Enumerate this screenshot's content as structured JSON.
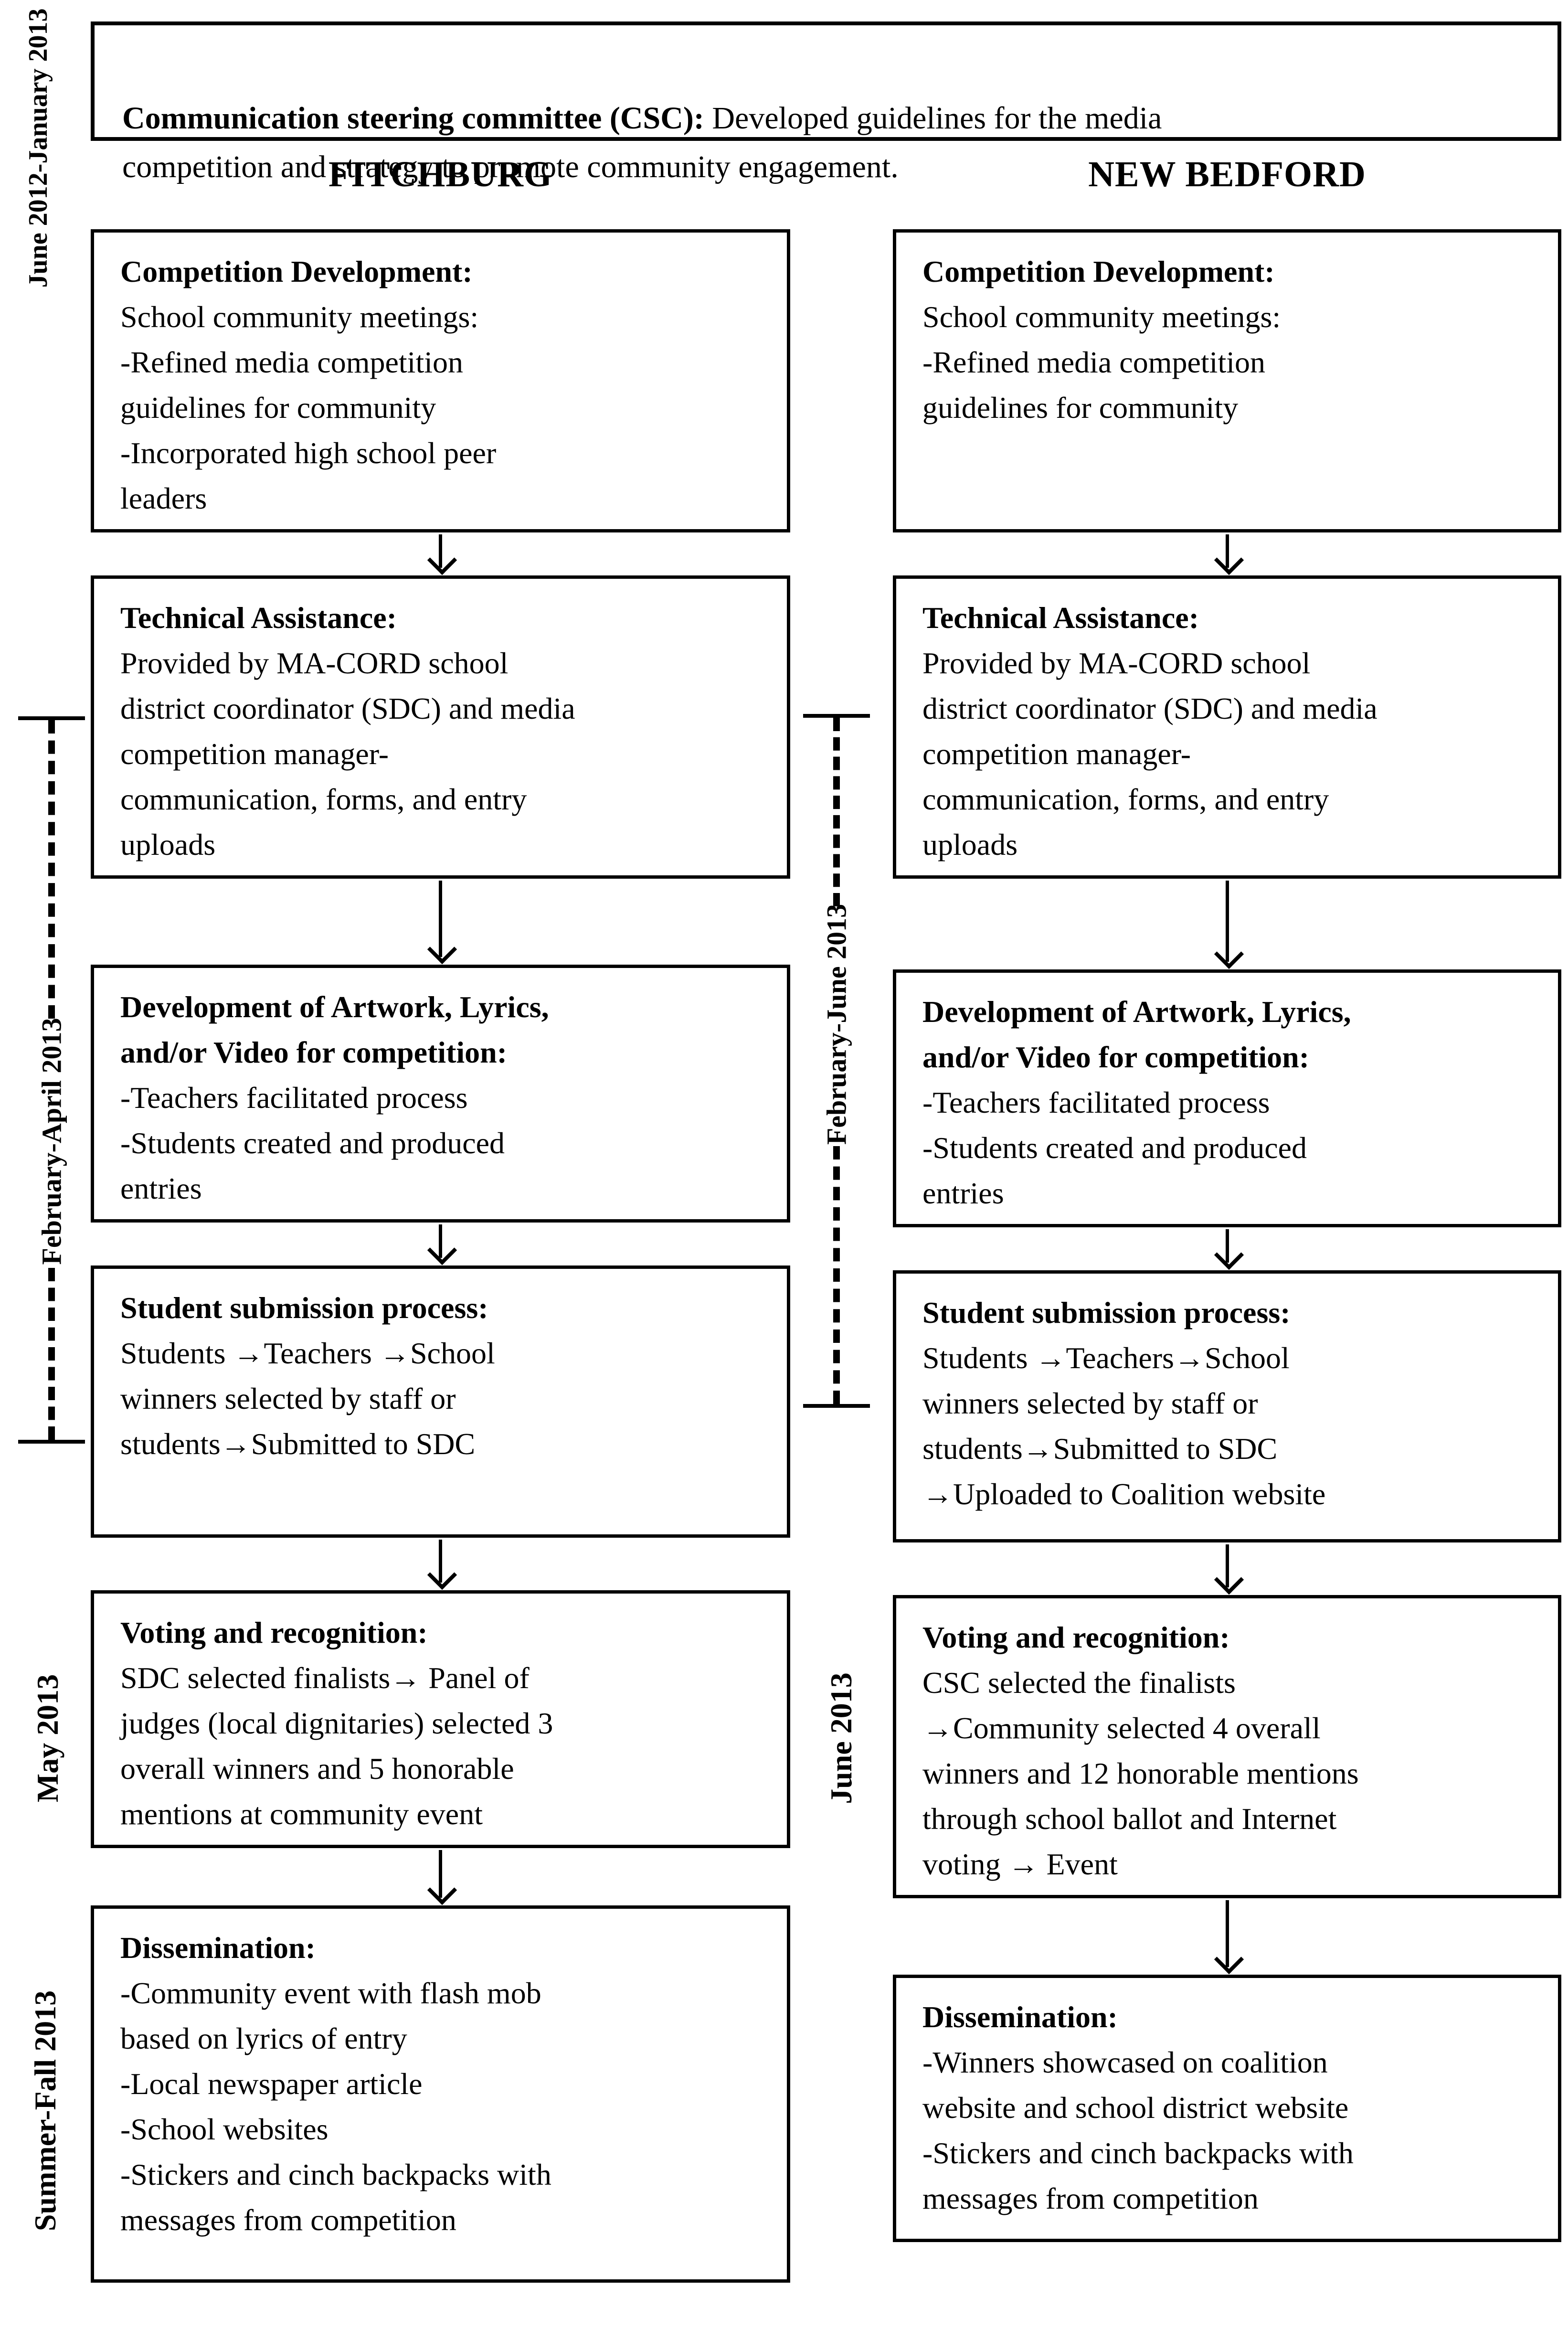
{
  "colors": {
    "ink": "#000000",
    "paper": "#ffffff"
  },
  "top_note": {
    "lead_bold": "Communication steering committee (CSC):",
    "text": " Developed guidelines for the media\ncompetition and strategy to promote community engagement."
  },
  "timeline": {
    "phase1": "June 2012-January 2013",
    "phase2_fitchburg": "February-April 2013",
    "phase2_new_bedford": "February-June 2013",
    "phase3_fitchburg": "May 2013",
    "phase3_new_bedford": "June 2013",
    "phase4_fitchburg": "Summer-Fall 2013"
  },
  "columns": {
    "fitchburg": {
      "header": "FITCHBURG",
      "boxes": [
        {
          "title": "Competition Development:",
          "body": "School community meetings:\n-Refined media competition\nguidelines for community\n-Incorporated high school peer\nleaders"
        },
        {
          "title": "Technical Assistance:",
          "body": "Provided by MA-CORD school\ndistrict coordinator (SDC) and media\ncompetition manager-\ncommunication, forms, and entry\nuploads"
        },
        {
          "title": "Development of Artwork, Lyrics,\nand/or Video for competition:",
          "body": "-Teachers facilitated process\n-Students created and produced\nentries"
        },
        {
          "title": "Student submission process:",
          "body": "Students →Teachers →School\nwinners selected by staff or\nstudents→Submitted to SDC"
        },
        {
          "title": "Voting and recognition:",
          "body": "SDC selected finalists→ Panel of\njudges (local dignitaries) selected 3\noverall winners and 5 honorable\nmentions at community event"
        },
        {
          "title": "Dissemination:",
          "body": "-Community event with flash mob\nbased on lyrics of entry\n-Local newspaper article\n-School websites\n-Stickers and cinch backpacks with\nmessages from competition"
        }
      ]
    },
    "new_bedford": {
      "header": "NEW BEDFORD",
      "boxes": [
        {
          "title": "Competition Development:",
          "body": "School community meetings:\n-Refined media competition\nguidelines for community"
        },
        {
          "title": "Technical Assistance:",
          "body": "Provided by MA-CORD school\ndistrict coordinator (SDC) and media\ncompetition manager-\ncommunication, forms, and entry\nuploads"
        },
        {
          "title": "Development of Artwork, Lyrics,\nand/or Video for competition:",
          "body": "-Teachers facilitated process\n-Students created and produced\nentries"
        },
        {
          "title": "Student submission process:",
          "body": "Students →Teachers→School\nwinners selected by staff or\nstudents→Submitted to SDC\n→Uploaded to Coalition website"
        },
        {
          "title": "Voting and recognition:",
          "body": "CSC selected the finalists\n→Community selected 4 overall\nwinners and 12 honorable mentions\nthrough school ballot and Internet\nvoting → Event"
        },
        {
          "title": "Dissemination:",
          "body": "-Winners showcased on coalition\nwebsite and school district website\n-Stickers and cinch backpacks with\nmessages from competition"
        }
      ]
    }
  }
}
